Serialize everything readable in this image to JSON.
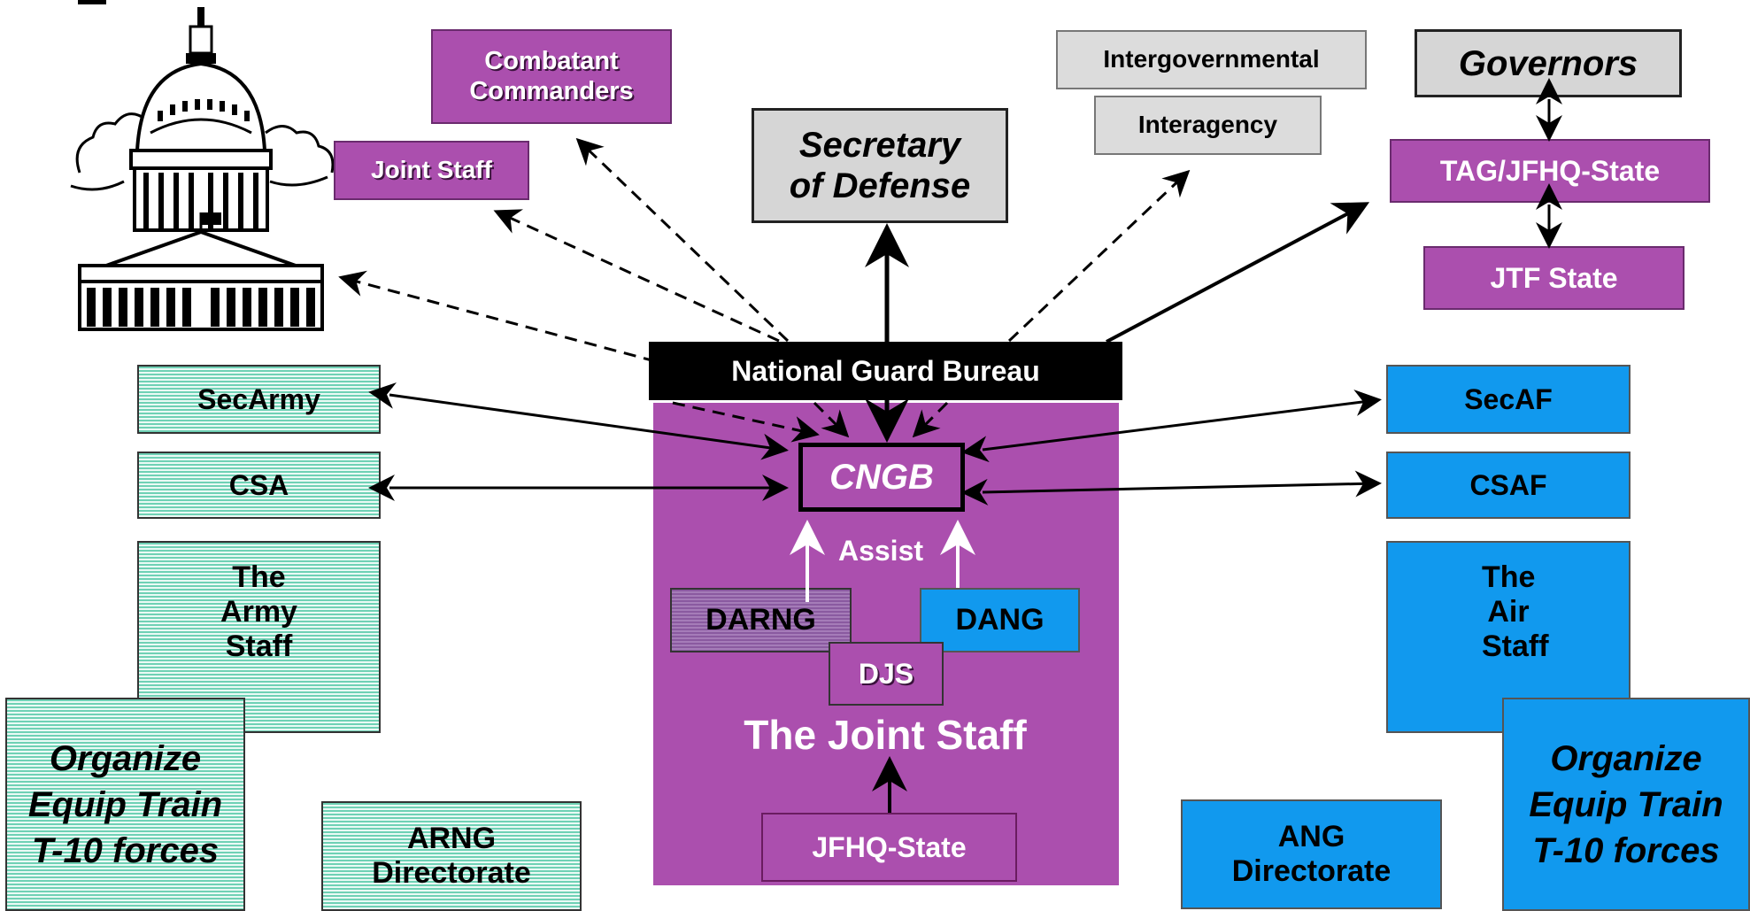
{
  "nodes": {
    "combatant_commanders": "Combatant Commanders",
    "joint_staff_top": "Joint Staff",
    "secretary_of_defense": "Secretary of Defense",
    "intergovernmental": "Intergovernmental",
    "interagency": "Interagency",
    "governors": "Governors",
    "tag_jfhq_state": "TAG/JFHQ-State",
    "jtf_state": "JTF State",
    "national_guard_bureau": "National Guard Bureau",
    "cngb": "CNGB",
    "assist": "Assist",
    "darng": "DARNG",
    "dang": "DANG",
    "djs": "DJS",
    "the_joint_staff": "The Joint Staff",
    "jfhq_state": "JFHQ-State",
    "sec_army": "SecArmy",
    "csa": "CSA",
    "the_army_staff": "The Army Staff",
    "organize_left": "Organize Equip Train T-10 forces",
    "arng_directorate": "ARNG Directorate",
    "sec_af": "SecAF",
    "csaf": "CSAF",
    "the_air_staff": "The Air Staff",
    "ang_directorate": "ANG Directorate",
    "organize_right": "Organize Equip Train T-10 forces"
  },
  "colors": {
    "joint_purple": "#ab4fae",
    "air_blue": "#1199ee",
    "army_teal": "#6fd1b5",
    "neutral_gray": "#d6d6d6",
    "ngb_black": "#000000"
  },
  "icons": {
    "capitol": "capitol-building-icon"
  }
}
